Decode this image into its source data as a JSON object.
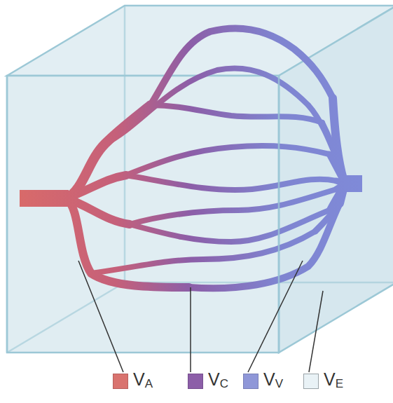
{
  "diagram": {
    "legend": [
      {
        "text": "VA",
        "color": "#d9736f"
      },
      {
        "text": "VC",
        "color": "#8c5ea8"
      },
      {
        "text": "VV",
        "color": "#8f97d8"
      },
      {
        "text": "VE",
        "color": "#e9f2f6"
      }
    ]
  }
}
